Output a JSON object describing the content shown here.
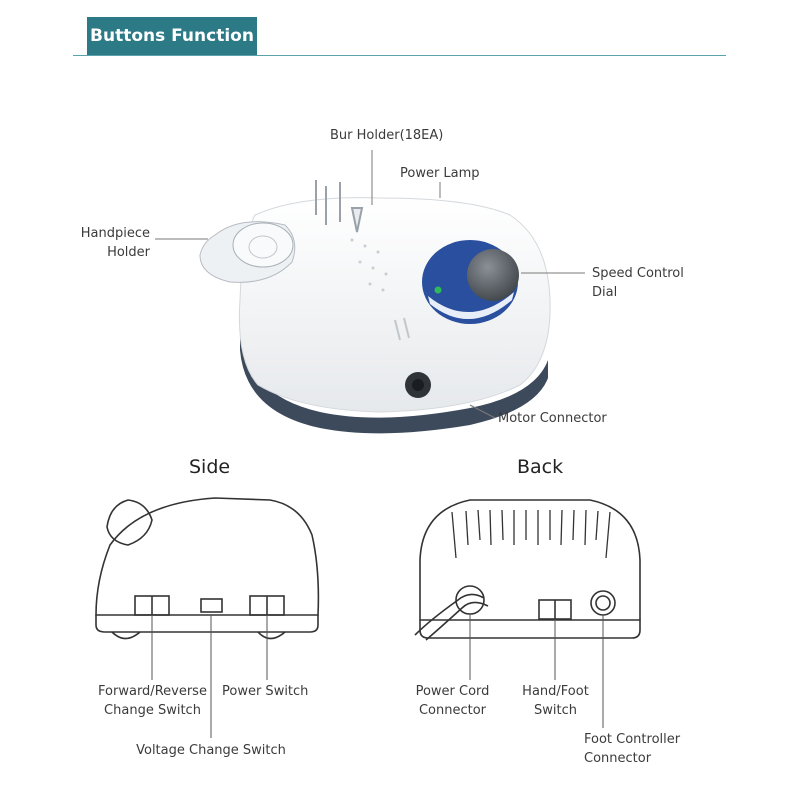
{
  "header": {
    "title": "Buttons Function"
  },
  "callouts_top": {
    "bur_holder": "Bur Holder(18EA)",
    "power_lamp": "Power Lamp",
    "handpiece_holder_line1": "Handpiece",
    "handpiece_holder_line2": "Holder",
    "speed_dial_line1": "Speed Control",
    "speed_dial_line2": "Dial",
    "motor_connector": "Motor Connector"
  },
  "side_view": {
    "title": "Side",
    "forward_reverse_line1": "Forward/Reverse",
    "forward_reverse_line2": "Change Switch",
    "power_switch": "Power Switch",
    "voltage_switch": "Voltage Change Switch"
  },
  "back_view": {
    "title": "Back",
    "power_cord_line1": "Power Cord",
    "power_cord_line2": "Connector",
    "hand_foot_line1": "Hand/Foot",
    "hand_foot_line2": "Switch",
    "foot_controller_line1": "Foot Controller",
    "foot_controller_line2": "Connector"
  },
  "colors": {
    "accent": "#2b7a86",
    "device_base": "#3d4a5c",
    "dial_face": "#2a4f9e"
  }
}
